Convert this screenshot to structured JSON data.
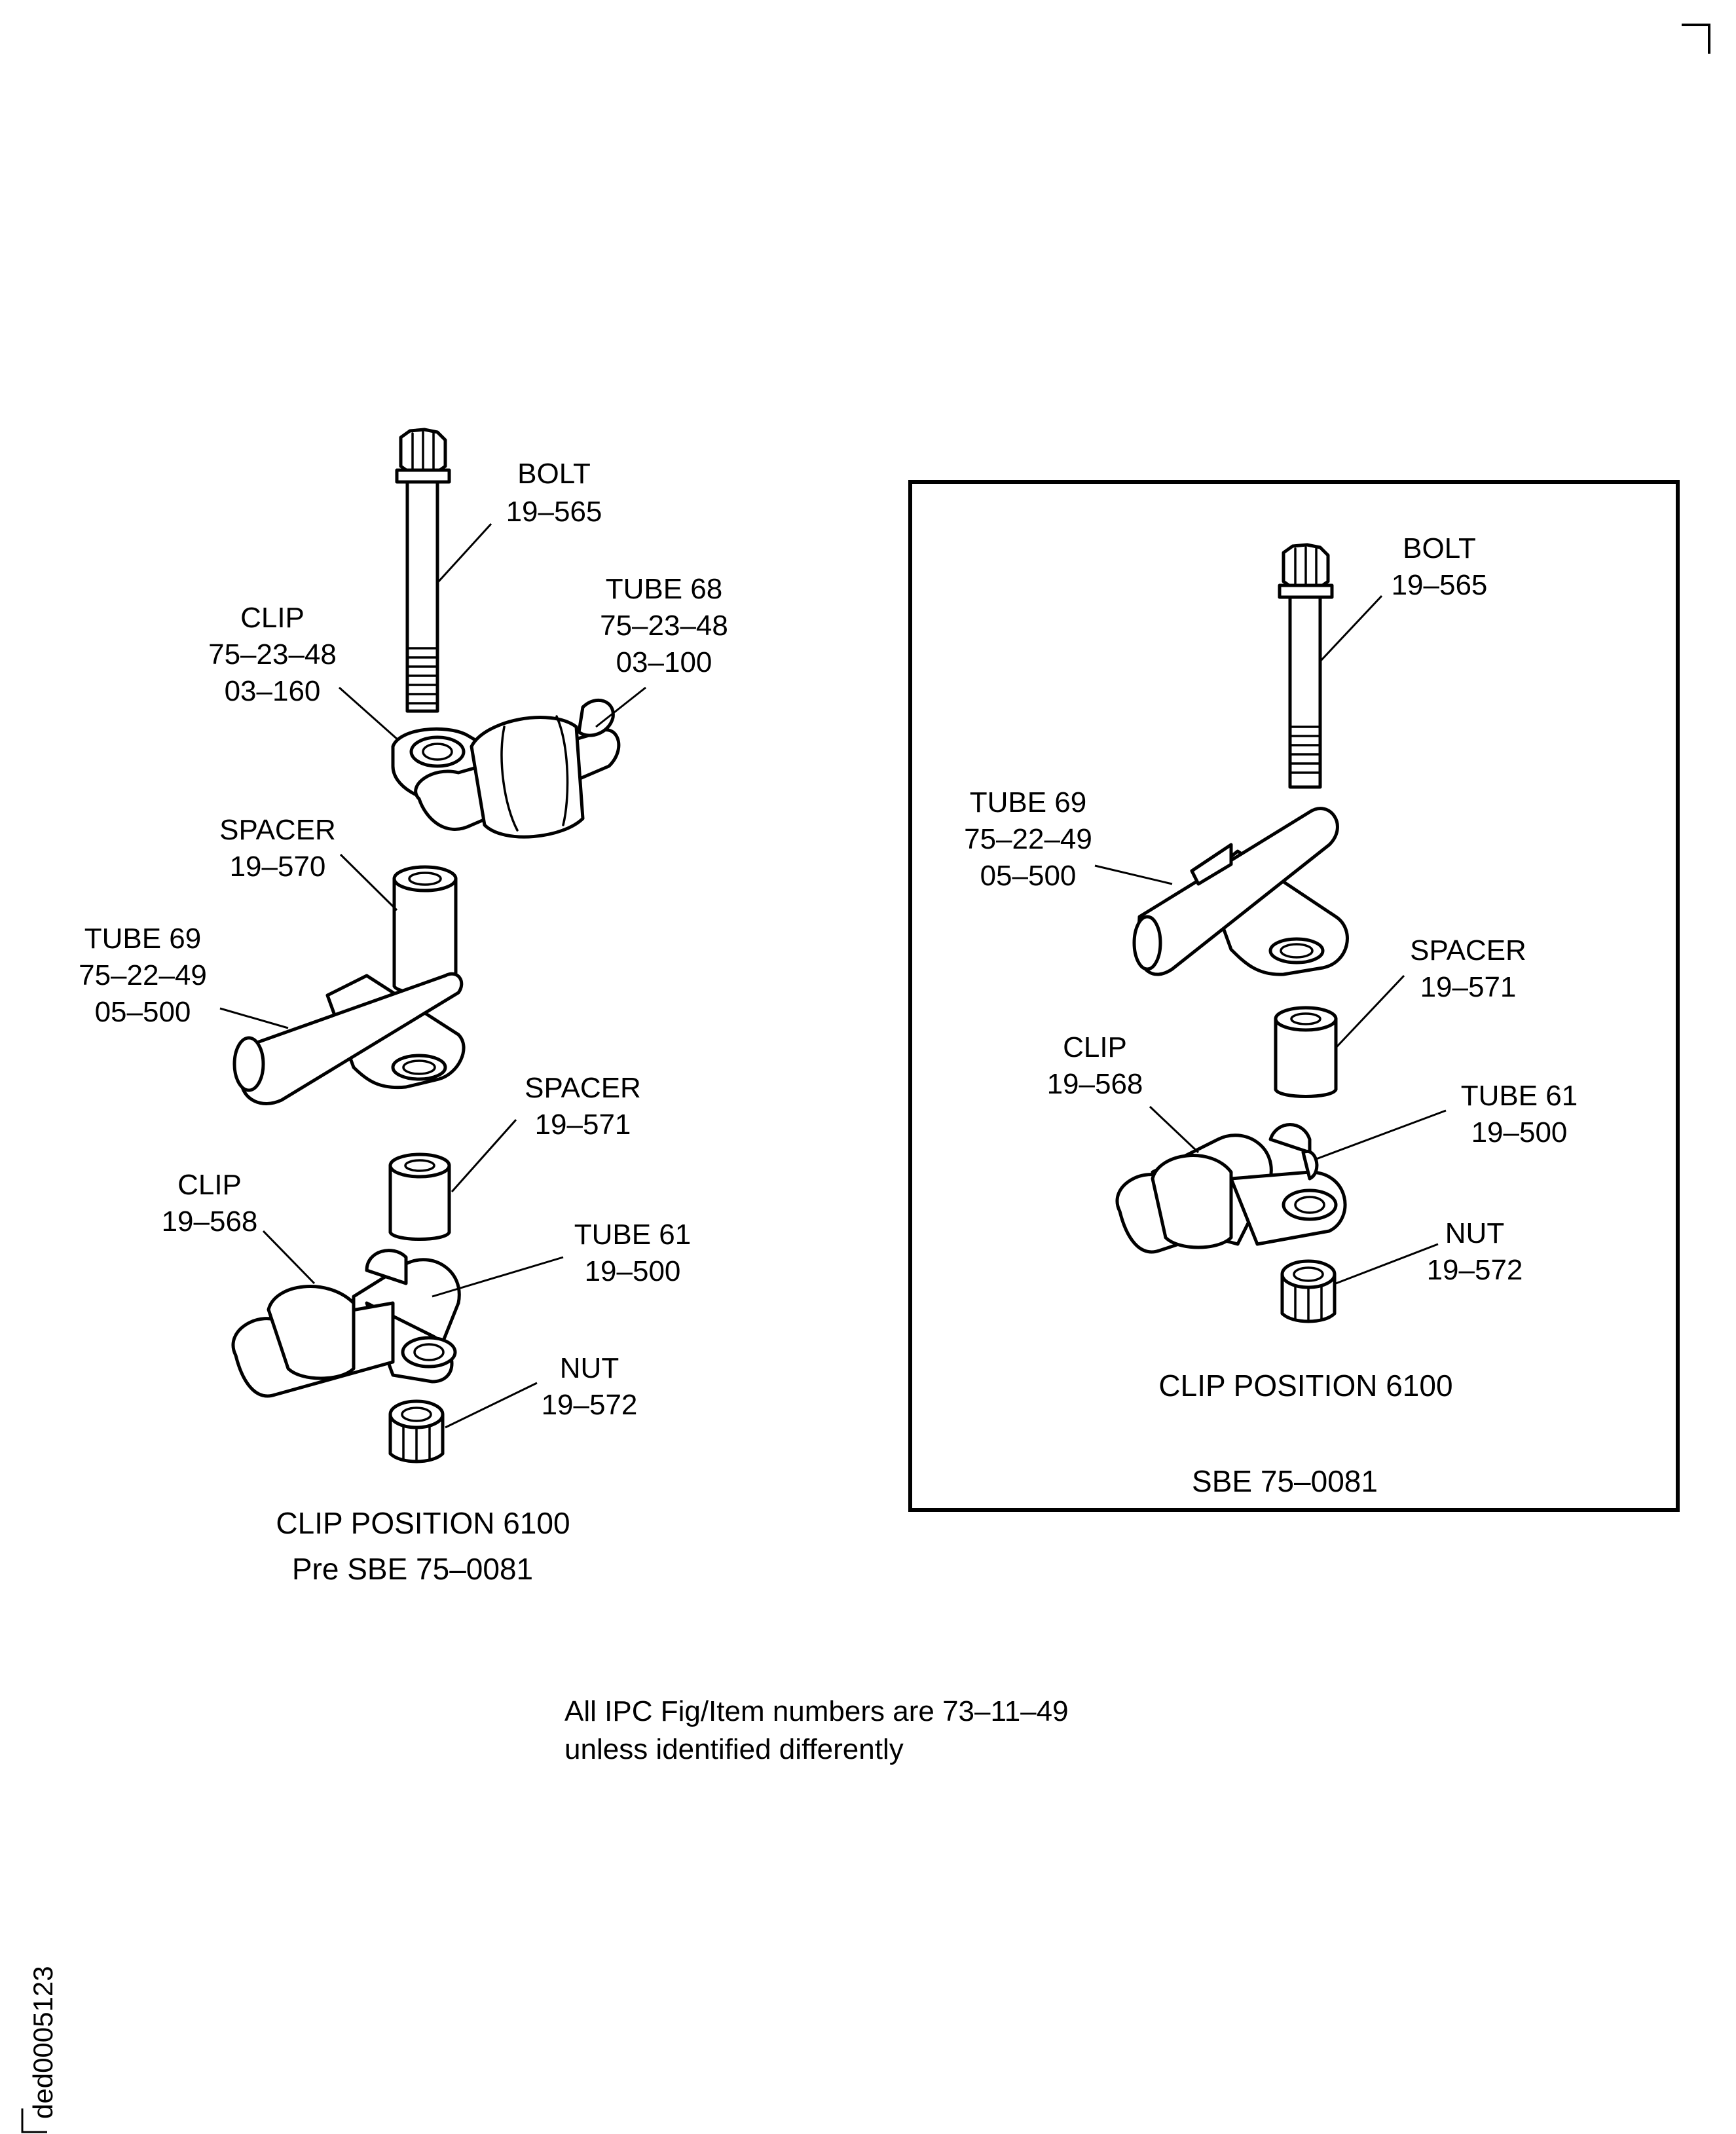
{
  "corner_mark": "corner-crop-mark",
  "left_view": {
    "bolt": {
      "name": "BOLT",
      "num": "19–565"
    },
    "clip_top": {
      "name": "CLIP",
      "num1": "75–23–48",
      "num2": "03–160"
    },
    "tube68": {
      "name": "TUBE 68",
      "num1": "75–23–48",
      "num2": "03–100"
    },
    "spacer_a": {
      "name": "SPACER",
      "num": "19–570"
    },
    "tube69": {
      "name": "TUBE 69",
      "num1": "75–22–49",
      "num2": "05–500"
    },
    "spacer_b": {
      "name": "SPACER",
      "num": "19–571"
    },
    "clip_low": {
      "name": "CLIP",
      "num": "19–568"
    },
    "tube61": {
      "name": "TUBE 61",
      "num": "19–500"
    },
    "nut": {
      "name": "NUT",
      "num": "19–572"
    },
    "caption1": "CLIP POSITION  6100",
    "caption2": "Pre SBE 75–0081"
  },
  "right_view": {
    "bolt": {
      "name": "BOLT",
      "num": "19–565"
    },
    "tube69": {
      "name": "TUBE 69",
      "num1": "75–22–49",
      "num2": "05–500"
    },
    "spacer": {
      "name": "SPACER",
      "num": "19–571"
    },
    "clip": {
      "name": "CLIP",
      "num": "19–568"
    },
    "tube61": {
      "name": "TUBE 61",
      "num": "19–500"
    },
    "nut": {
      "name": "NUT",
      "num": "19–572"
    },
    "caption": "CLIP POSITION  6100",
    "sbe": "SBE 75–0081"
  },
  "note": {
    "line1": "All IPC Fig/Item numbers are 73–11–49",
    "line2": "unless identified differently"
  },
  "image_id": "ded0005123"
}
